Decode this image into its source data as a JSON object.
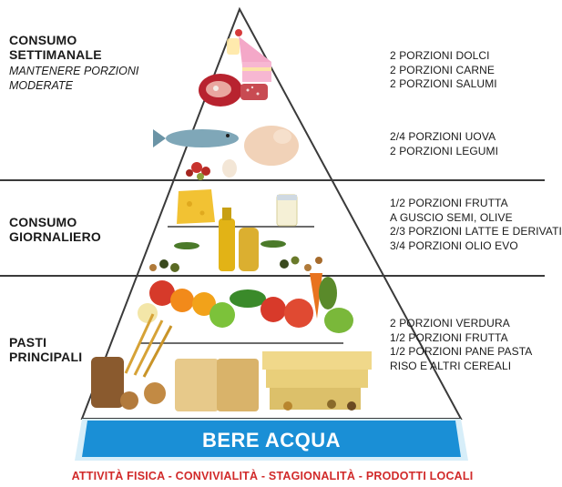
{
  "tiers": {
    "weekly": {
      "title_line1": "CONSUMO",
      "title_line2": "SETTIMANALE",
      "subtitle_line1": "MANTENERE PORZIONI",
      "subtitle_line2": "MODERATE",
      "portions_a": [
        "2 PORZIONI DOLCI",
        "2 PORZIONI CARNE",
        "2 PORZIONI SALUMI"
      ],
      "portions_b": [
        "2/4 PORZIONI UOVA",
        "2 PORZIONI LEGUMI"
      ]
    },
    "daily": {
      "title_line1": "CONSUMO",
      "title_line2": "GIORNALIERO",
      "portions": [
        "1/2 PORZIONI FRUTTA",
        "A GUSCIO SEMI, OLIVE",
        "2/3 PORZIONI LATTE E DERIVATI",
        "3/4 PORZIONI OLIO EVO"
      ]
    },
    "main_meals": {
      "title_line1": "PASTI",
      "title_line2": "PRINCIPALI",
      "portions": [
        "2 PORZIONI VERDURA",
        "1/2 PORZIONI FRUTTA",
        "1/2 PORZIONI PANE PASTA",
        "RISO E ALTRI CEREALI"
      ]
    }
  },
  "water": {
    "label": "BERE ACQUA"
  },
  "footer": {
    "text": "ATTIVITÀ FISICA - CONVIVIALITÀ - STAGIONALITÀ - PRODOTTI LOCALI"
  },
  "colors": {
    "water": "#1a8fd6",
    "water_band": "#d7eef9",
    "footer": "#d12a2a",
    "lines": "#3a3a3a"
  }
}
